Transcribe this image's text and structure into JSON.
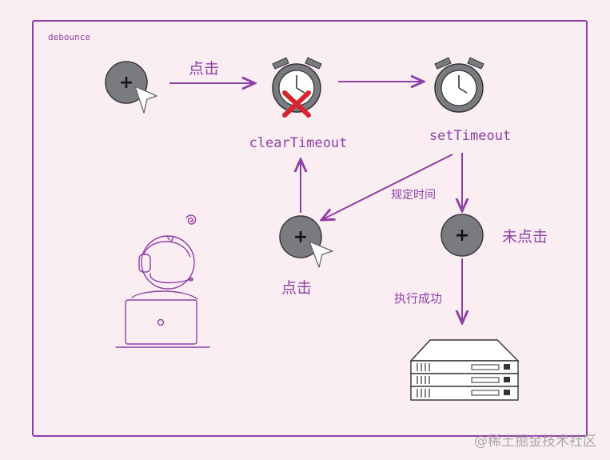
{
  "frame": {
    "title": "debounce"
  },
  "labels": {
    "click_top": "点击",
    "clear_timeout": "clearTimeout",
    "set_timeout": "setTimeout",
    "fixed_time": "规定时间",
    "click_bottom": "点击",
    "not_clicked": "未点击",
    "execute_success": "执行成功"
  },
  "watermark": "@稀土掘金技术社区",
  "icons": {
    "click_cursor": "cursor-click-icon",
    "alarm_clock": "alarm-clock-icon",
    "cancel_mark": "cancel-x-icon",
    "plus_circle": "plus-circle-icon",
    "server": "server-rack-icon",
    "developer": "developer-at-laptop-illustration"
  },
  "colors": {
    "background": "#fbeef3",
    "frame": "#8e3fa7",
    "accent": "#8e3fa7",
    "circle": "#7a7b80",
    "cancel": "#d9232e"
  }
}
